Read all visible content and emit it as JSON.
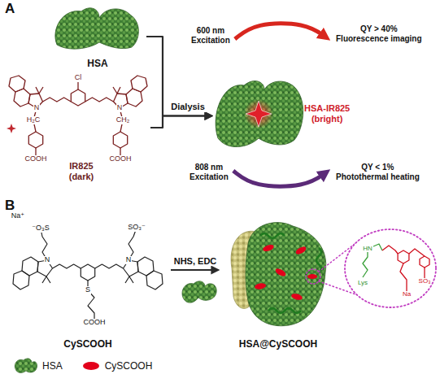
{
  "diagram": {
    "nodes": [
      {
        "text": [
          "HSA"
        ]
      },
      {
        "text": [
          "IR825",
          "(dark)"
        ]
      },
      {
        "text": [
          "HSA-IR825",
          "(bright)"
        ]
      },
      {
        "text": [
          "600 nm",
          "Excitation"
        ]
      },
      {
        "text": [
          "QY > 40%",
          "Fluorescence imaging"
        ]
      },
      {
        "text": [
          "808 nm",
          "Excitation"
        ]
      },
      {
        "text": [
          "QY < 1%",
          "Photothermal heating"
        ]
      },
      {
        "text": [
          "CySCOOH"
        ]
      },
      {
        "text": [
          "HSA@CySCOOH"
        ]
      }
    ],
    "edges": [
      {
        "from": 0,
        "to": 2,
        "arrow": "to",
        "label": "Dialysis"
      },
      {
        "from": 1,
        "to": 2,
        "arrow": "to"
      },
      {
        "from": 3,
        "to": 4,
        "arrow": "to"
      },
      {
        "from": 5,
        "to": 6,
        "arrow": "to"
      },
      {
        "from": 7,
        "to": 8,
        "arrow": "to",
        "label": "NHS, EDC"
      }
    ],
    "labels": [
      "A",
      "Cl",
      "N",
      "N",
      "H₂C",
      "CH₂",
      "COOH",
      "COOH",
      "B",
      "Na⁺",
      "⁻O₃S",
      "SO₃⁻",
      "N",
      "N",
      "S",
      "COOH",
      "HN",
      "Lys",
      "Na",
      "SO₃"
    ],
    "legend": [
      {
        "text": "HSA"
      },
      {
        "text": "CySCOOH",
        "color": "#e3001b"
      }
    ]
  }
}
